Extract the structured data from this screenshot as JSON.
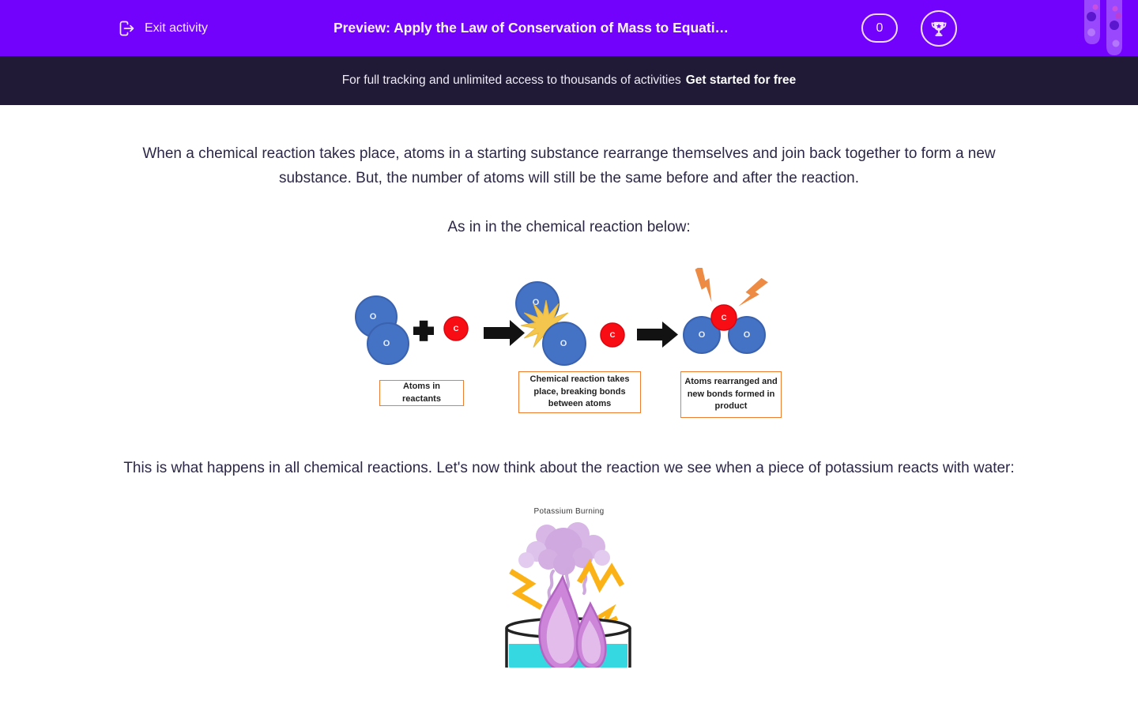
{
  "header": {
    "exit_label": "Exit activity",
    "title": "Preview: Apply the Law of Conservation of Mass to Equati…",
    "score": "0"
  },
  "banner": {
    "text": "For full tracking and unlimited access to thousands of activities",
    "cta": "Get started for free"
  },
  "content": {
    "paragraph1": "When a chemical reaction takes place, atoms in a starting substance rearrange themselves and join back together to form a new substance. But, the number of atoms will still be the same before and after the reaction.",
    "paragraph_sub": "As in in the chemical reaction below:",
    "paragraph2": "This is what happens in all chemical reactions. Let's now think about the reaction we see when a piece of potassium reacts with water:"
  },
  "diagram": {
    "atom_o": "O",
    "atom_c": "C",
    "labels": {
      "box1": "Atoms in reactants",
      "box2": "Chemical reaction takes place, breaking bonds between atoms",
      "box3": "Atoms rearranged and new bonds formed in product"
    },
    "colors": {
      "oxygen": "#4472c4",
      "oxygen_border": "#3a62ae",
      "carbon": "#f90d15",
      "starburst": "#f5c64d",
      "bolt": "#ed8b45",
      "box_border": "#ed7d31"
    }
  },
  "potassium_image": {
    "caption": "Potassium Burning",
    "colors": {
      "smoke": "#cfa9df",
      "flame_outer": "#cc85d8",
      "flame_inner": "#e4bcec",
      "bolt": "#fbb217",
      "liquid": "#35d8e0"
    }
  },
  "theme": {
    "header_bg": "#7302fd",
    "banner_bg": "#211a36",
    "text_color": "#2d2747"
  }
}
